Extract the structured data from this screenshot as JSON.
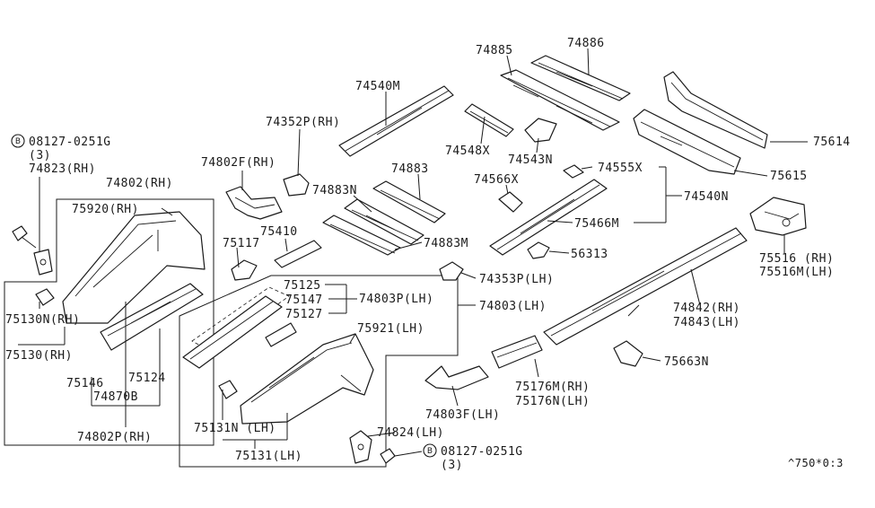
{
  "labels": {
    "p74885": "74885",
    "p74886": "74886",
    "p74540M": "74540M",
    "p74352P": "74352P(RH)",
    "p74548X": "74548X",
    "p74543N": "74543N",
    "p75614": "75614",
    "p75615": "75615",
    "p08127_top": "08127-0251G",
    "p08127_top_qty": "(3)",
    "p74823": "74823(RH)",
    "p74802": "74802(RH)",
    "p74802F": "74802F(RH)",
    "p74883": "74883",
    "p74883N": "74883N",
    "p74566X": "74566X",
    "p74555X": "74555X",
    "p75920": "75920(RH)",
    "p74540N": "74540N",
    "p75466M": "75466M",
    "p74883M": "74883M",
    "p75117": "75117",
    "p75410": "75410",
    "p56313": "56313",
    "p75516": "75516 (RH)",
    "p75516M": "75516M(LH)",
    "p74353P": "74353P(LH)",
    "p75125": "75125",
    "p75147": "75147",
    "p74803P": "74803P(LH)",
    "p75127": "75127",
    "p74803": "74803(LH)",
    "p75130N": "75130N(RH)",
    "p74842": "74842(RH)",
    "p74843": "74843(LH)",
    "p75921": "75921(LH)",
    "p75130": "75130(RH)",
    "p75663N": "75663N",
    "p75146": "75146",
    "p75124": "75124",
    "p75176M": "75176M(RH)",
    "p75176N": "75176N(LH)",
    "p74870B": "74870B",
    "p74803F": "74803F(LH)",
    "p75131N": "75131N (LH)",
    "p74802P": "74802P(RH)",
    "p74824": "74824(LH)",
    "p08127_bot": "08127-0251G",
    "p08127_bot_qty": "(3)",
    "p75131": "75131(LH)",
    "footer_code": "^750*0:3",
    "bolt_symbol": "B"
  }
}
